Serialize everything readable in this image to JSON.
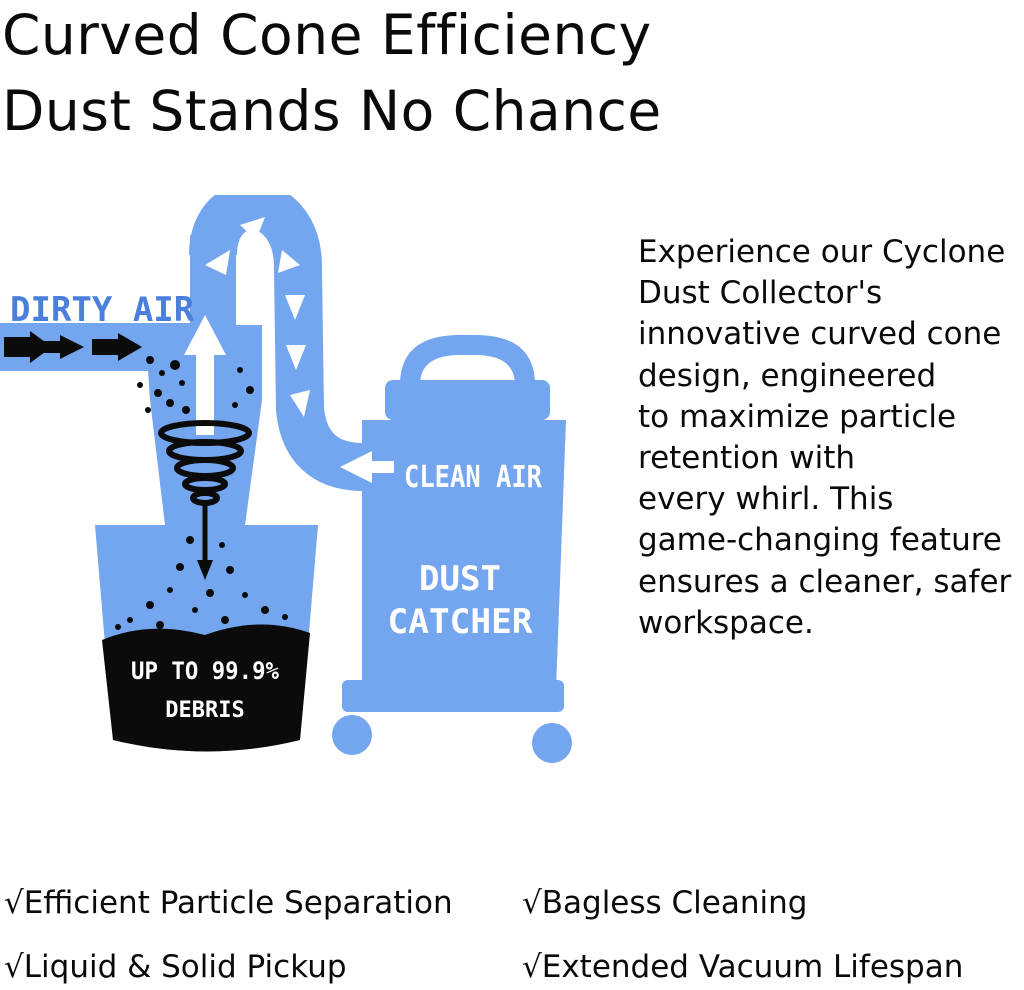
{
  "headline": {
    "line1": "Curved Cone Efficiency",
    "line2": "Dust Stands No Chance"
  },
  "diagram": {
    "labels": {
      "dirty_air": "DIRTY AIR",
      "clean_air": "CLEAN AIR",
      "catcher_line1": "DUST",
      "catcher_line2": "CATCHER",
      "debris_line1": "UP TO 99.9%",
      "debris_line2": "DEBRIS"
    },
    "colors": {
      "accent_blue": "#74a5ef",
      "label_blue": "#4a7fdc",
      "debris_black": "#0b0b0b",
      "arrow_white": "#ffffff"
    }
  },
  "description": {
    "lines": [
      "Experience our Cyclone",
      "Dust Collector's",
      "innovative curved cone",
      "design, engineered",
      "to maximize particle",
      "retention with",
      "every whirl. This",
      "game-changing feature",
      "ensures a cleaner, safer",
      "workspace."
    ]
  },
  "features": [
    "√Efficient Particle Separation",
    "√Bagless Cleaning",
    "√Liquid & Solid Pickup",
    "√Extended Vacuum Lifespan"
  ]
}
